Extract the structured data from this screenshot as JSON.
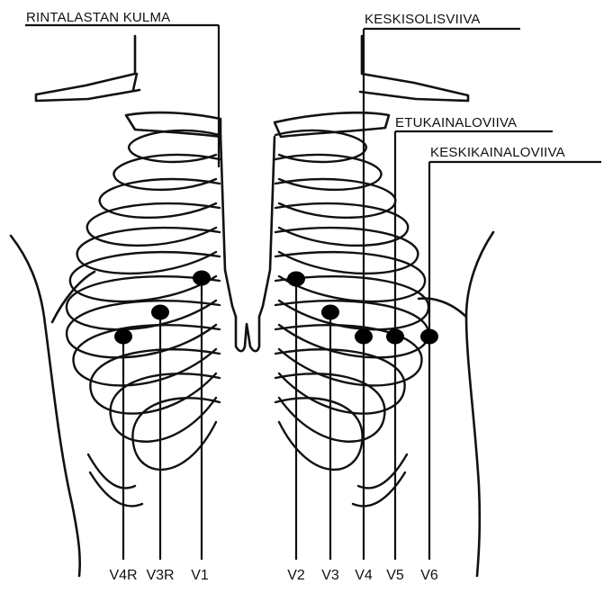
{
  "annotations": {
    "sternal_angle": "RINTALASTAN KULMA",
    "midclavicular_line": "KESKISOLISVIIVA",
    "anterior_axillary_line": "ETUKAINALOVIIVA",
    "mid_axillary_line": "KESKIKAINALOVIIVA"
  },
  "leads": [
    {
      "label": "V4R"
    },
    {
      "label": "V3R"
    },
    {
      "label": "V1"
    },
    {
      "label": "V2"
    },
    {
      "label": "V3"
    },
    {
      "label": "V4"
    },
    {
      "label": "V5"
    },
    {
      "label": "V6"
    }
  ],
  "colors": {
    "ink": "#111111",
    "electrode": "#000000",
    "background": "#ffffff"
  }
}
